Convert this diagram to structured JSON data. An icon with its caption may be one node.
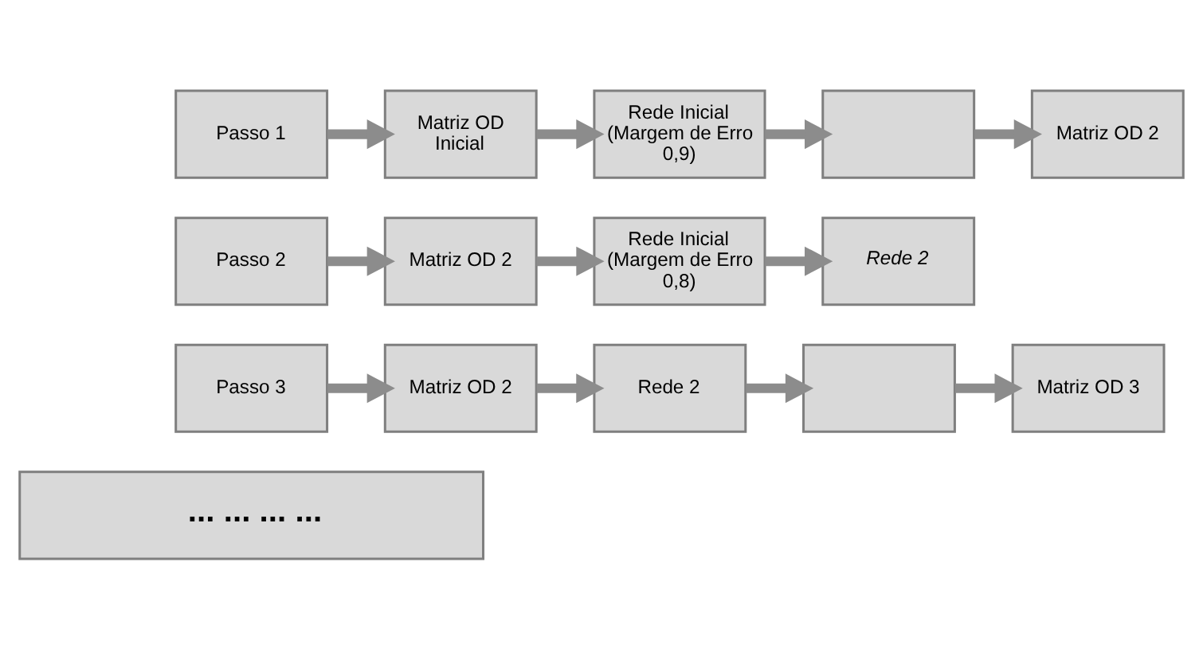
{
  "diagram": {
    "nodes": [
      {
        "text": [
          "Passo 1"
        ]
      },
      {
        "text": [
          "Matriz OD Inicial"
        ]
      },
      {
        "text": [
          "Rede Inicial (Margem de Erro 0,9)"
        ]
      },
      {
        "text": [],
        "shape": "box"
      },
      {
        "text": [
          "Matriz OD 2"
        ]
      },
      {
        "text": [
          "Passo 2"
        ]
      },
      {
        "text": [
          "Matriz OD 2"
        ]
      },
      {
        "text": [
          "Rede Inicial (Margem de Erro 0,8)"
        ]
      },
      {
        "text": [
          "Rede 2"
        ]
      },
      {
        "text": [
          "Passo 3"
        ]
      },
      {
        "text": [
          "Matriz OD 2"
        ]
      },
      {
        "text": [
          "Rede 2"
        ]
      },
      {
        "text": [],
        "shape": "box"
      },
      {
        "text": [
          "Matriz OD 3"
        ]
      },
      {
        "text": [
          "... ... ... ..."
        ]
      }
    ],
    "edges": [
      {
        "from": 0,
        "to": 1,
        "arrow": "to"
      },
      {
        "from": 1,
        "to": 2,
        "arrow": "to"
      },
      {
        "from": 2,
        "to": 3,
        "arrow": "to"
      },
      {
        "from": 3,
        "to": 4,
        "arrow": "to"
      },
      {
        "from": 5,
        "to": 6,
        "arrow": "to"
      },
      {
        "from": 6,
        "to": 7,
        "arrow": "to"
      },
      {
        "from": 7,
        "to": 8,
        "arrow": "to"
      },
      {
        "from": 9,
        "to": 10,
        "arrow": "to"
      },
      {
        "from": 10,
        "to": 11,
        "arrow": "to"
      },
      {
        "from": 11,
        "to": 12,
        "arrow": "to"
      },
      {
        "from": 12,
        "to": 13,
        "arrow": "to"
      }
    ]
  }
}
